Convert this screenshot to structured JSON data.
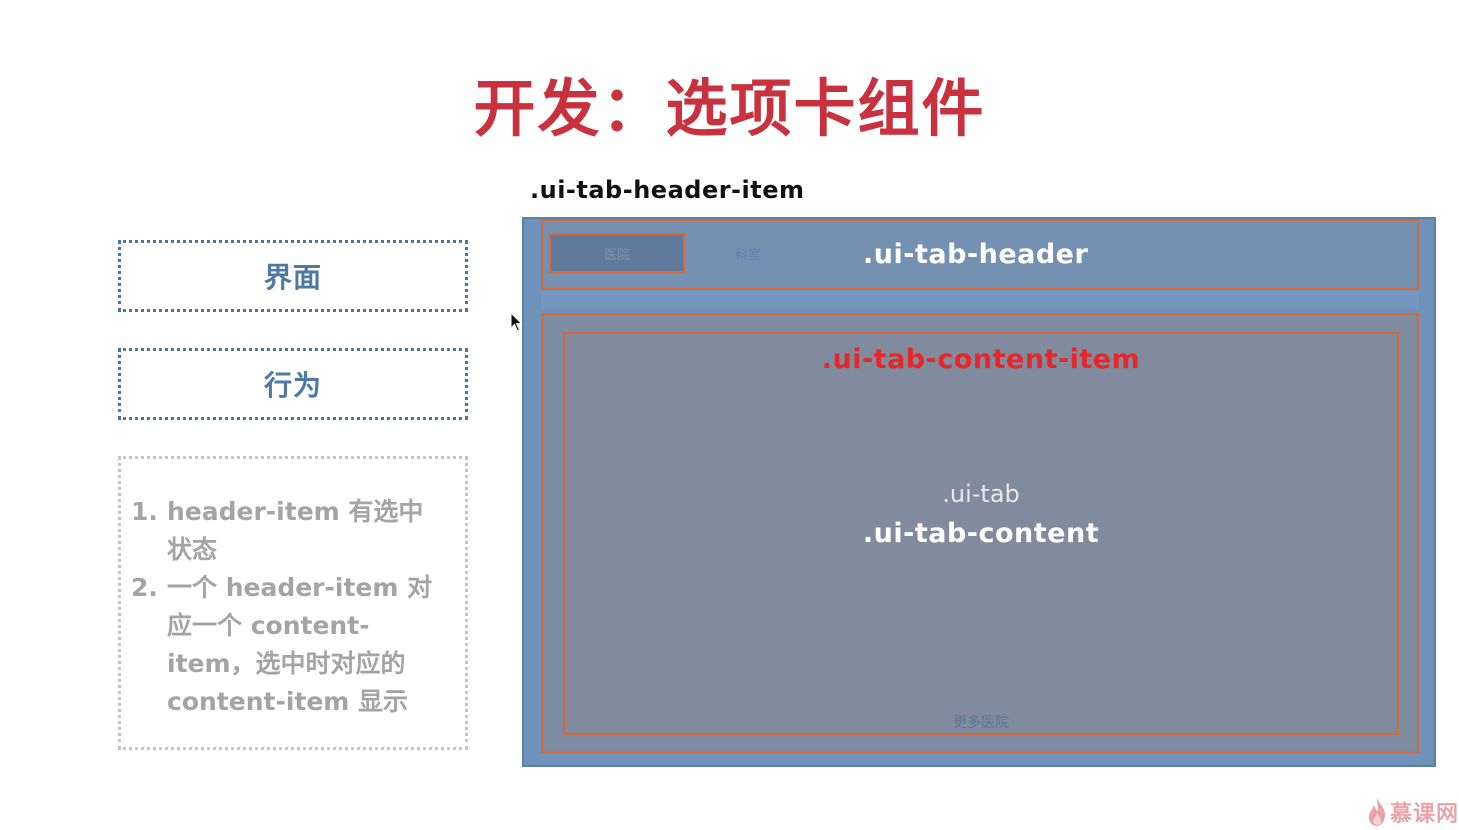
{
  "slide": {
    "title": "开发：选项卡组件"
  },
  "left_panel": {
    "ui_box_label": "界面",
    "behavior_box_label": "行为",
    "notes": [
      {
        "number": "1.",
        "text": "header-item 有选中状态"
      },
      {
        "number": "2.",
        "text": "一个 header-item 对应一个 content-item，选中时对应的 content-item 显示"
      }
    ]
  },
  "diagram": {
    "header_item_caption": ".ui-tab-header-item",
    "header_tab_1": "医院",
    "header_tab_2": "科室",
    "header_label": ".ui-tab-header",
    "content_item_label": ".ui-tab-content-item",
    "ui_tab_label": ".ui-tab",
    "content_label": ".ui-tab-content",
    "more_link": "更多医院"
  },
  "watermark": {
    "text": "慕课网",
    "icon": "flame-icon"
  },
  "colors": {
    "title_red": "#c8323e",
    "accent_blue": "#4e79a4",
    "outline_orange": "#d46a3b",
    "content_item_red": "#e8262a"
  }
}
